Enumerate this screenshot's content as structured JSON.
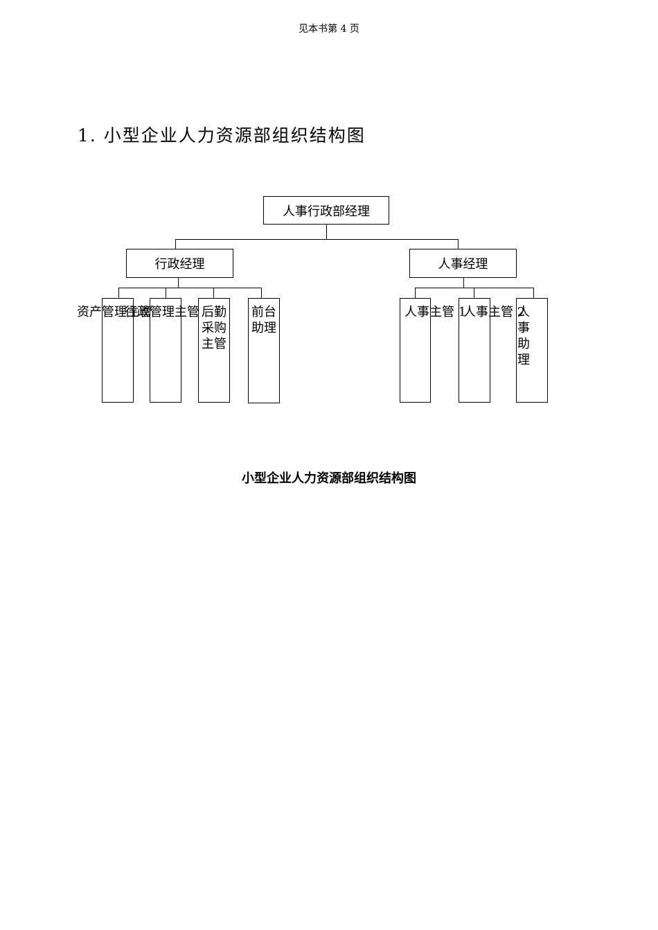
{
  "page": {
    "running_header": "见本书第 4 页"
  },
  "section": {
    "heading": "1.  小型企业人力资源部组织结构图"
  },
  "org_chart": {
    "root": "人事行政部经理",
    "admin_manager": "行政经理",
    "hr_manager": "人事经理",
    "admin_staff": [
      "资产管理主管",
      "行政管理主管",
      "后勤采购主管",
      "前台助理"
    ],
    "hr_staff": [
      "人事主管 1",
      "人事主管 2",
      "人事助理"
    ]
  },
  "caption": "小型企业人力资源部组织结构图"
}
